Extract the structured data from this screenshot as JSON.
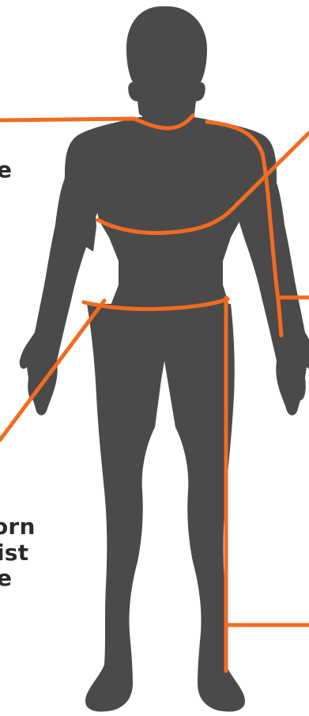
{
  "colors": {
    "silhouette": "#4a4a4a",
    "measure_line": "#f26b21",
    "background": "#ffffff",
    "label_text": "#2b2b2b"
  },
  "labels": {
    "upper_fragment": "e",
    "lower_fragment_1": "orn",
    "lower_fragment_2": "ist",
    "lower_fragment_3": "e"
  }
}
